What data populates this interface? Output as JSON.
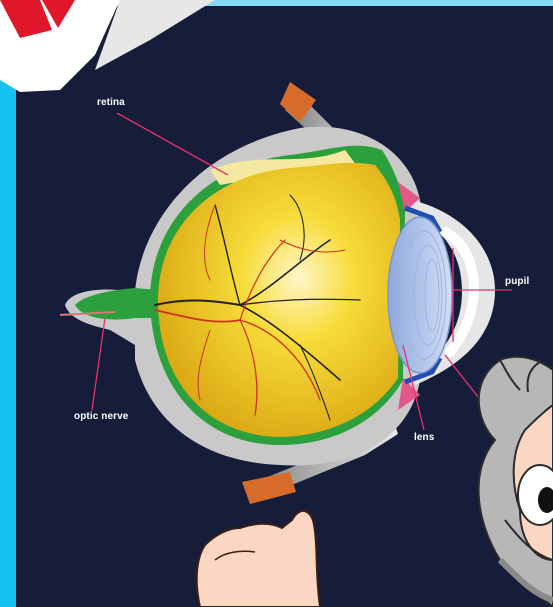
{
  "diagram": {
    "labels": {
      "retina": "retina",
      "pupil": "pupil",
      "optic_nerve": "optic nerve",
      "lens": "lens"
    },
    "colors": {
      "background": "#161d3a",
      "frame": "#15c1ef",
      "vitreous": "#f2c31a",
      "retina_layer": "#2ba03c",
      "sclera": "#c9c9c9",
      "lens": "#aac3ea",
      "leader_line": "#e8326b",
      "blood_vessels": "#c9331c"
    }
  }
}
